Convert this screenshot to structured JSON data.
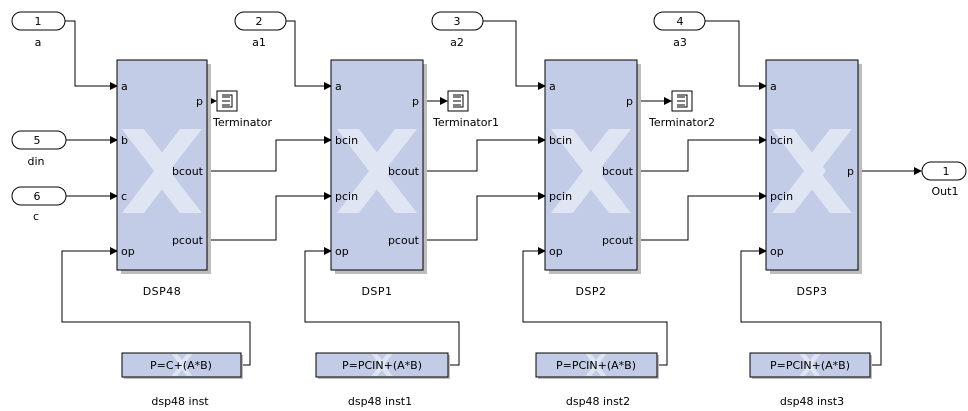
{
  "inports": [
    {
      "number": "1",
      "name": "a"
    },
    {
      "number": "2",
      "name": "a1"
    },
    {
      "number": "3",
      "name": "a2"
    },
    {
      "number": "4",
      "name": "a3"
    },
    {
      "number": "5",
      "name": "din"
    },
    {
      "number": "6",
      "name": "c"
    }
  ],
  "outport": {
    "number": "1",
    "name": "Out1"
  },
  "dsp_blocks": [
    {
      "name": "DSP48",
      "inputs": [
        "a",
        "b",
        "c",
        "op"
      ],
      "outputs": [
        "p",
        "bcout",
        "pcout"
      ]
    },
    {
      "name": "DSP1",
      "inputs": [
        "a",
        "bcin",
        "pcin",
        "op"
      ],
      "outputs": [
        "p",
        "bcout",
        "pcout"
      ]
    },
    {
      "name": "DSP2",
      "inputs": [
        "a",
        "bcin",
        "pcin",
        "op"
      ],
      "outputs": [
        "p",
        "bcout",
        "pcout"
      ]
    },
    {
      "name": "DSP3",
      "inputs": [
        "a",
        "bcin",
        "pcin",
        "op"
      ],
      "outputs": [
        "p"
      ]
    }
  ],
  "terminators": [
    "Terminator",
    "Terminator1",
    "Terminator2"
  ],
  "opcodes": [
    {
      "expr": "P=C+(A*B)",
      "name": "dsp48 inst"
    },
    {
      "expr": "P=PCIN+(A*B)",
      "name": "dsp48 inst1"
    },
    {
      "expr": "P=PCIN+(A*B)",
      "name": "dsp48 inst2"
    },
    {
      "expr": "P=PCIN+(A*B)",
      "name": "dsp48 inst3"
    }
  ]
}
